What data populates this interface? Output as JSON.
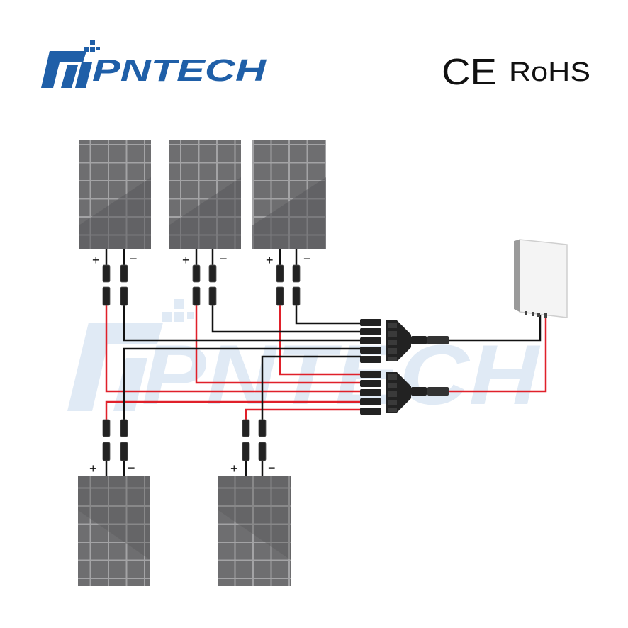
{
  "brand": {
    "name": "PNTECH",
    "watermark": "PNTECH"
  },
  "certifications": {
    "ce": "CE",
    "rohs": "RoHS"
  },
  "panels": [
    {
      "id": "panel-1",
      "plus_label": "+",
      "minus_label": "−"
    },
    {
      "id": "panel-2",
      "plus_label": "+",
      "minus_label": "−"
    },
    {
      "id": "panel-3",
      "plus_label": "+",
      "minus_label": "−"
    },
    {
      "id": "panel-4",
      "plus_label": "+",
      "minus_label": "−"
    },
    {
      "id": "panel-5",
      "plus_label": "+",
      "minus_label": "−"
    }
  ],
  "colors": {
    "positive_wire": "#e0202a",
    "negative_wire": "#111111",
    "panel_cell": "#6c6c6e",
    "panel_grid": "#9a9a9c",
    "brand_blue": "#1f5fa8",
    "watermark": "#dce7f3"
  },
  "branch_connectors": [
    {
      "id": "negative-branch",
      "inputs": 5
    },
    {
      "id": "positive-branch",
      "inputs": 5
    }
  ],
  "inverter": {
    "icon": "inverter-icon"
  }
}
